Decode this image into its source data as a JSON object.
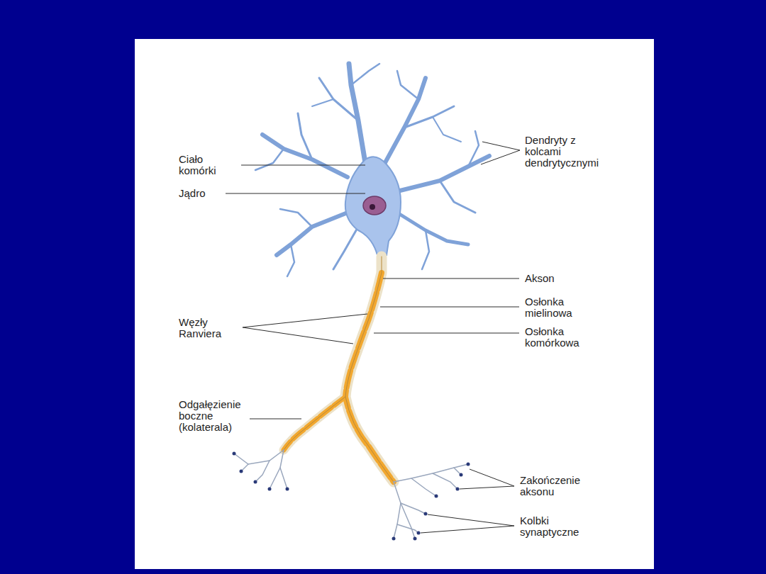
{
  "diagram": {
    "labels": [
      "Ciało komórki",
      "Jądro",
      "Dendryty z kolcami dendrytycznymi",
      "Akson",
      "Osłonka mielinowa",
      "Osłonka komórkowa",
      "Węzły Ranviera",
      "Odgałęzienie boczne (kolaterala)",
      "Zakończenie aksonu",
      "Kolbki synaptyczne"
    ]
  }
}
